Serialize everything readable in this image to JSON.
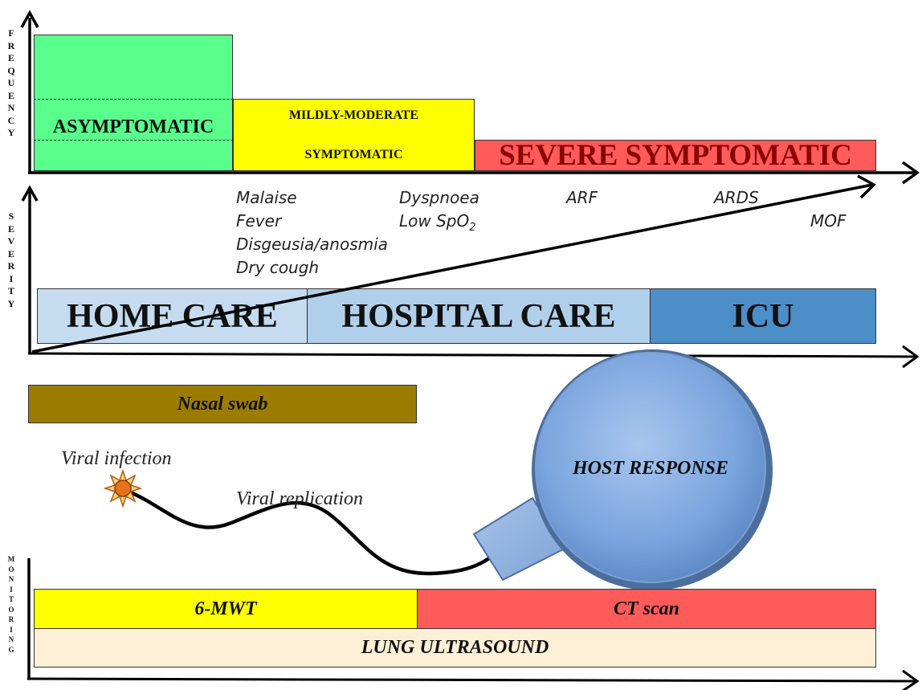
{
  "axes": {
    "frequency_label": "FREQUENCY",
    "severity_label": "SEVERITY",
    "monitoring_label": "MONITORING"
  },
  "frequency_bars": {
    "asymptomatic": "ASYMPTOMATIC",
    "mildly_moderate_line1": "MILDLY-MODERATE",
    "mildly_moderate_line2": "SYMPTOMATIC",
    "severe": "SEVERE SYMPTOMATIC"
  },
  "symptoms": {
    "col1": [
      "Malaise",
      "Fever",
      "Disgeusia/anosmia",
      "Dry cough"
    ],
    "col2_line1": "Dyspnoea",
    "col2_line2_prefix": "Low SpO",
    "col2_line2_sub": "2",
    "arf": "ARF",
    "ards": "ARDS",
    "mof": "MOF"
  },
  "care": {
    "home": "HOME CARE",
    "hospital": "HOSPITAL CARE",
    "icu": "ICU"
  },
  "nasal_swab": "Nasal swab",
  "viral": {
    "infection": "Viral infection",
    "replication": "Viral replication"
  },
  "host_response": "HOST RESPONSE",
  "monitoring": {
    "six_mwt": "6-MWT",
    "ct_scan": "CT scan",
    "lung_ultrasound": "LUNG ULTRASOUND"
  },
  "colors": {
    "asymptomatic": "#58ff8a",
    "mildly_moderate": "#ffff00",
    "severe": "#ff5b5b",
    "home_care": "#c5dbf0",
    "hospital_care": "#b0cfea",
    "icu": "#4b8ec8",
    "nasal_swab": "#9c7c00",
    "lung_ultrasound": "#fdf0d6",
    "host_response": "#7ba5de",
    "virus": "#e8721c"
  }
}
